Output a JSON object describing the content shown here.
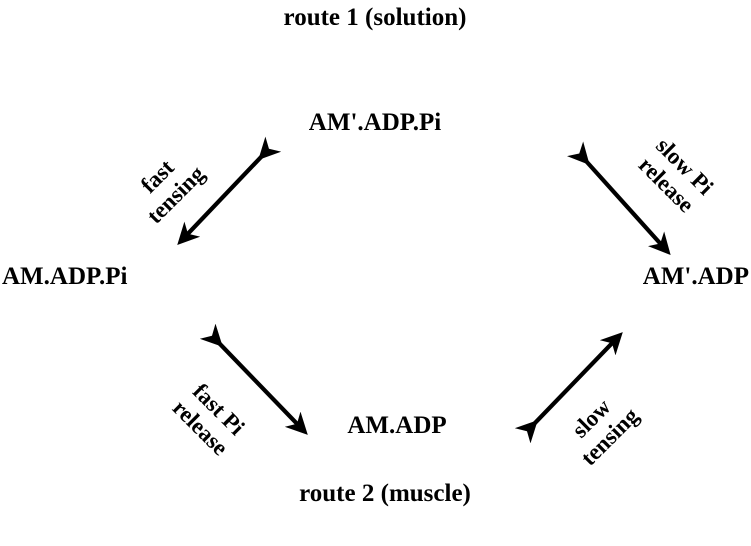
{
  "diagram": {
    "title_top": {
      "line1": "route 1",
      "line2": "(solution)"
    },
    "title_bottom": {
      "line1": "route 2",
      "line2": "(muscle)"
    },
    "nodes": [
      {
        "id": "am-prime-adp-pi",
        "label": "AM'.ADP.Pi"
      },
      {
        "id": "am-adp-pi",
        "label": "AM.ADP.Pi"
      },
      {
        "id": "am-prime-adp",
        "label": "AM'.ADP"
      },
      {
        "id": "am-adp",
        "label": "AM.ADP"
      }
    ],
    "edges": [
      {
        "id": "fast-tensing",
        "line1": "fast",
        "line2": "tensing"
      },
      {
        "id": "slow-pi-release",
        "line1": "slow Pi",
        "line2": "release"
      },
      {
        "id": "fast-pi-release",
        "line1": "fast Pi",
        "line2": "release"
      },
      {
        "id": "slow-tensing",
        "line1": "slow",
        "line2": "tensing"
      }
    ],
    "colors": {
      "ink": "#000000",
      "background": "#ffffff"
    }
  }
}
